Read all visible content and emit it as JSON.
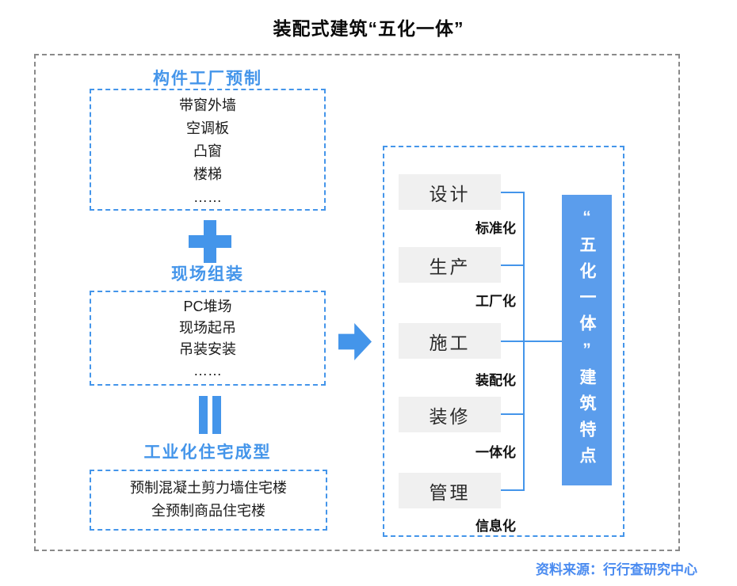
{
  "title": "装配式建筑“五化一体”",
  "colors": {
    "accent_blue": "#4495ea",
    "result_box_fill": "#5b9dec",
    "stage_box_fill": "#f0f0f0",
    "outer_frame_gray": "#8a8a8a",
    "source_text_blue": "#4a8bf0"
  },
  "left_flow": {
    "sections": [
      {
        "header": "构件工厂预制",
        "items": [
          "带窗外墙",
          "空调板",
          "凸窗",
          "楼梯",
          "……"
        ]
      },
      {
        "header": "现场组装",
        "items": [
          "PC堆场",
          "现场起吊",
          "吊装安装",
          "……"
        ]
      },
      {
        "header": "工业化住宅成型",
        "items": [
          "预制混凝土剪力墙住宅楼",
          "全预制商品住宅楼"
        ]
      }
    ],
    "operators": {
      "plus": "+",
      "equals": "="
    }
  },
  "right_panel": {
    "stages": [
      {
        "label": "设计",
        "mode": "标准化"
      },
      {
        "label": "生产",
        "mode": "工厂化"
      },
      {
        "label": "施工",
        "mode": "装配化"
      },
      {
        "label": "装修",
        "mode": "一体化"
      },
      {
        "label": "管理",
        "mode": "信息化"
      }
    ],
    "result": "“五化一体”建筑特点"
  },
  "source": "资料来源：行行查研究中心"
}
